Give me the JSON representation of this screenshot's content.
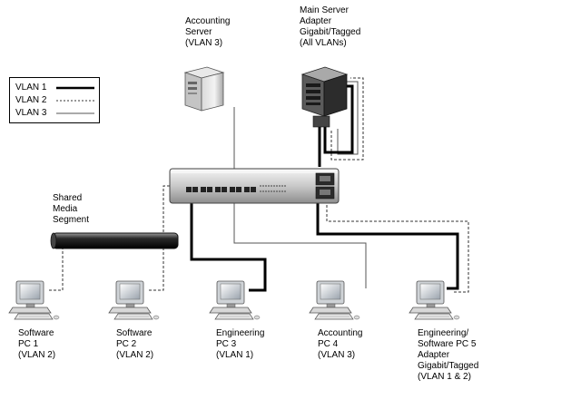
{
  "legend": {
    "vlan1": "VLAN 1",
    "vlan2": "VLAN 2",
    "vlan3": "VLAN 3"
  },
  "nodes": {
    "accounting_server": "Accounting\nServer\n(VLAN 3)",
    "main_server": "Main Server\nAdapter\nGigabit/Tagged\n(All VLANs)",
    "shared_media": "Shared\nMedia\nSegment",
    "pc1": "Software\nPC 1\n(VLAN 2)",
    "pc2": "Software\nPC 2\n(VLAN 2)",
    "pc3": "Engineering\nPC 3\n(VLAN 1)",
    "pc4": "Accounting\nPC 4\n(VLAN 3)",
    "pc5": "Engineering/\nSoftware PC 5\nAdapter\nGigabit/Tagged\n(VLAN 1 & 2)"
  },
  "style": {
    "vlan1_color": "#000000",
    "vlan2_color": "#333333",
    "vlan3_color": "#555555"
  }
}
